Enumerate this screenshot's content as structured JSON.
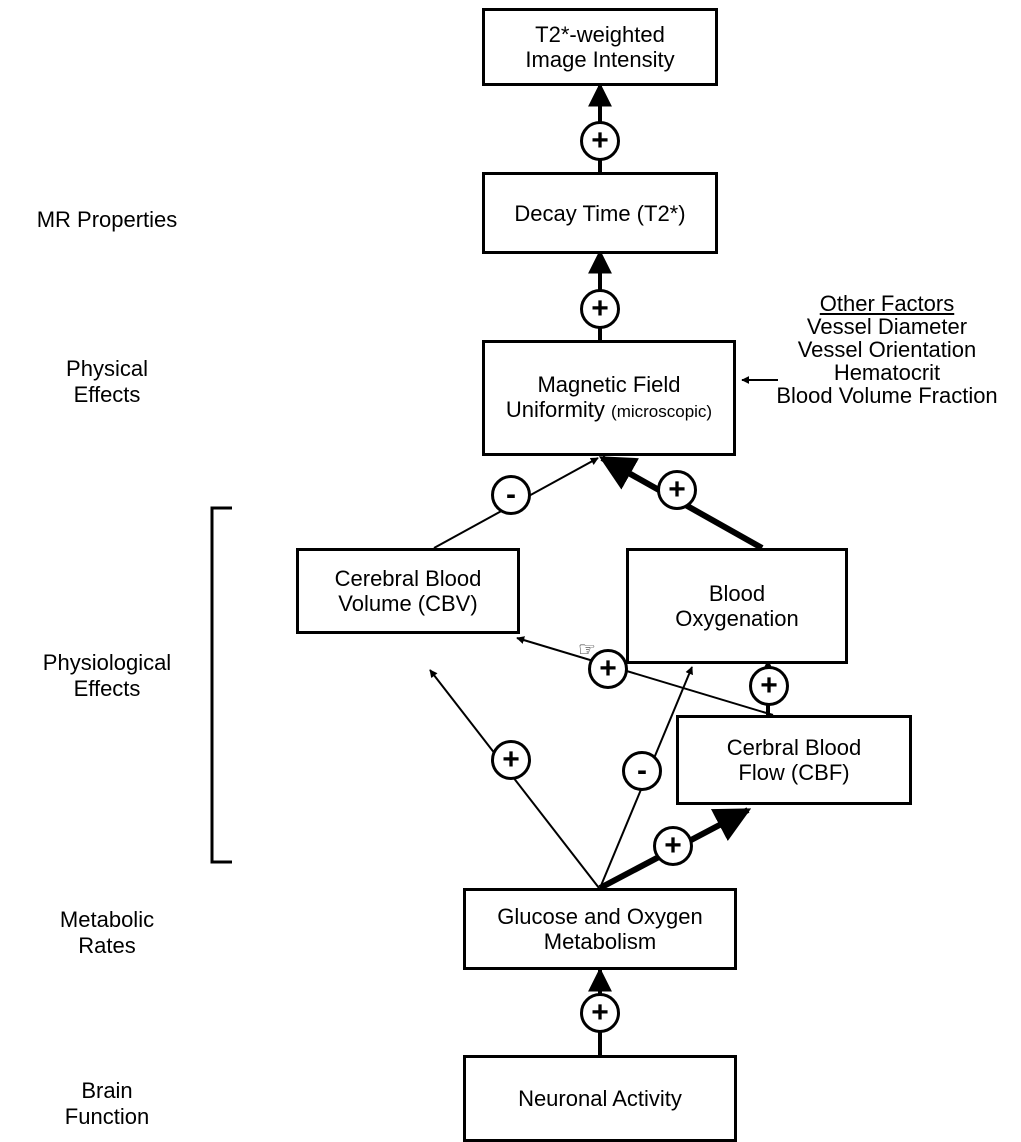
{
  "levels": {
    "mr_properties": "MR Properties",
    "physical_effects": [
      "Physical",
      "Effects"
    ],
    "physiological_effects": [
      "Physiological",
      "Effects"
    ],
    "metabolic_rates": [
      "Metabolic",
      "Rates"
    ],
    "brain_function": [
      "Brain",
      "Function"
    ]
  },
  "nodes": {
    "t2_intensity": [
      "T2*-weighted",
      "Image Intensity"
    ],
    "decay_time": "Decay Time (T2*)",
    "magnetic_field": {
      "line1": "Magnetic Field",
      "line2": "Uniformity",
      "qualifier": "(microscopic)"
    },
    "cbv": [
      "Cerebral Blood",
      "Volume (CBV)"
    ],
    "oxygenation": [
      "Blood",
      "Oxygenation"
    ],
    "cbf": [
      "Cerbral Blood",
      "Flow (CBF)"
    ],
    "metabolism": [
      "Glucose and Oxygen",
      "Metabolism"
    ],
    "neuronal": "Neuronal Activity"
  },
  "other_factors": {
    "heading": "Other Factors",
    "items": [
      "Vessel Diameter",
      "Vessel Orientation",
      "Hematocrit",
      "Blood Volume Fraction"
    ]
  },
  "signs": {
    "decay_to_intensity": "+",
    "field_to_decay": "+",
    "cbv_to_field": "-",
    "oxygenation_to_field": "+",
    "cbf_to_cbv": "+",
    "cbf_to_oxygenation": "+",
    "metabolism_to_cbv": "+",
    "metabolism_to_oxygenation": "-",
    "metabolism_to_cbf": "+",
    "neuronal_to_metabolism": "+"
  },
  "cursor_icon": "hand-pointer-icon"
}
